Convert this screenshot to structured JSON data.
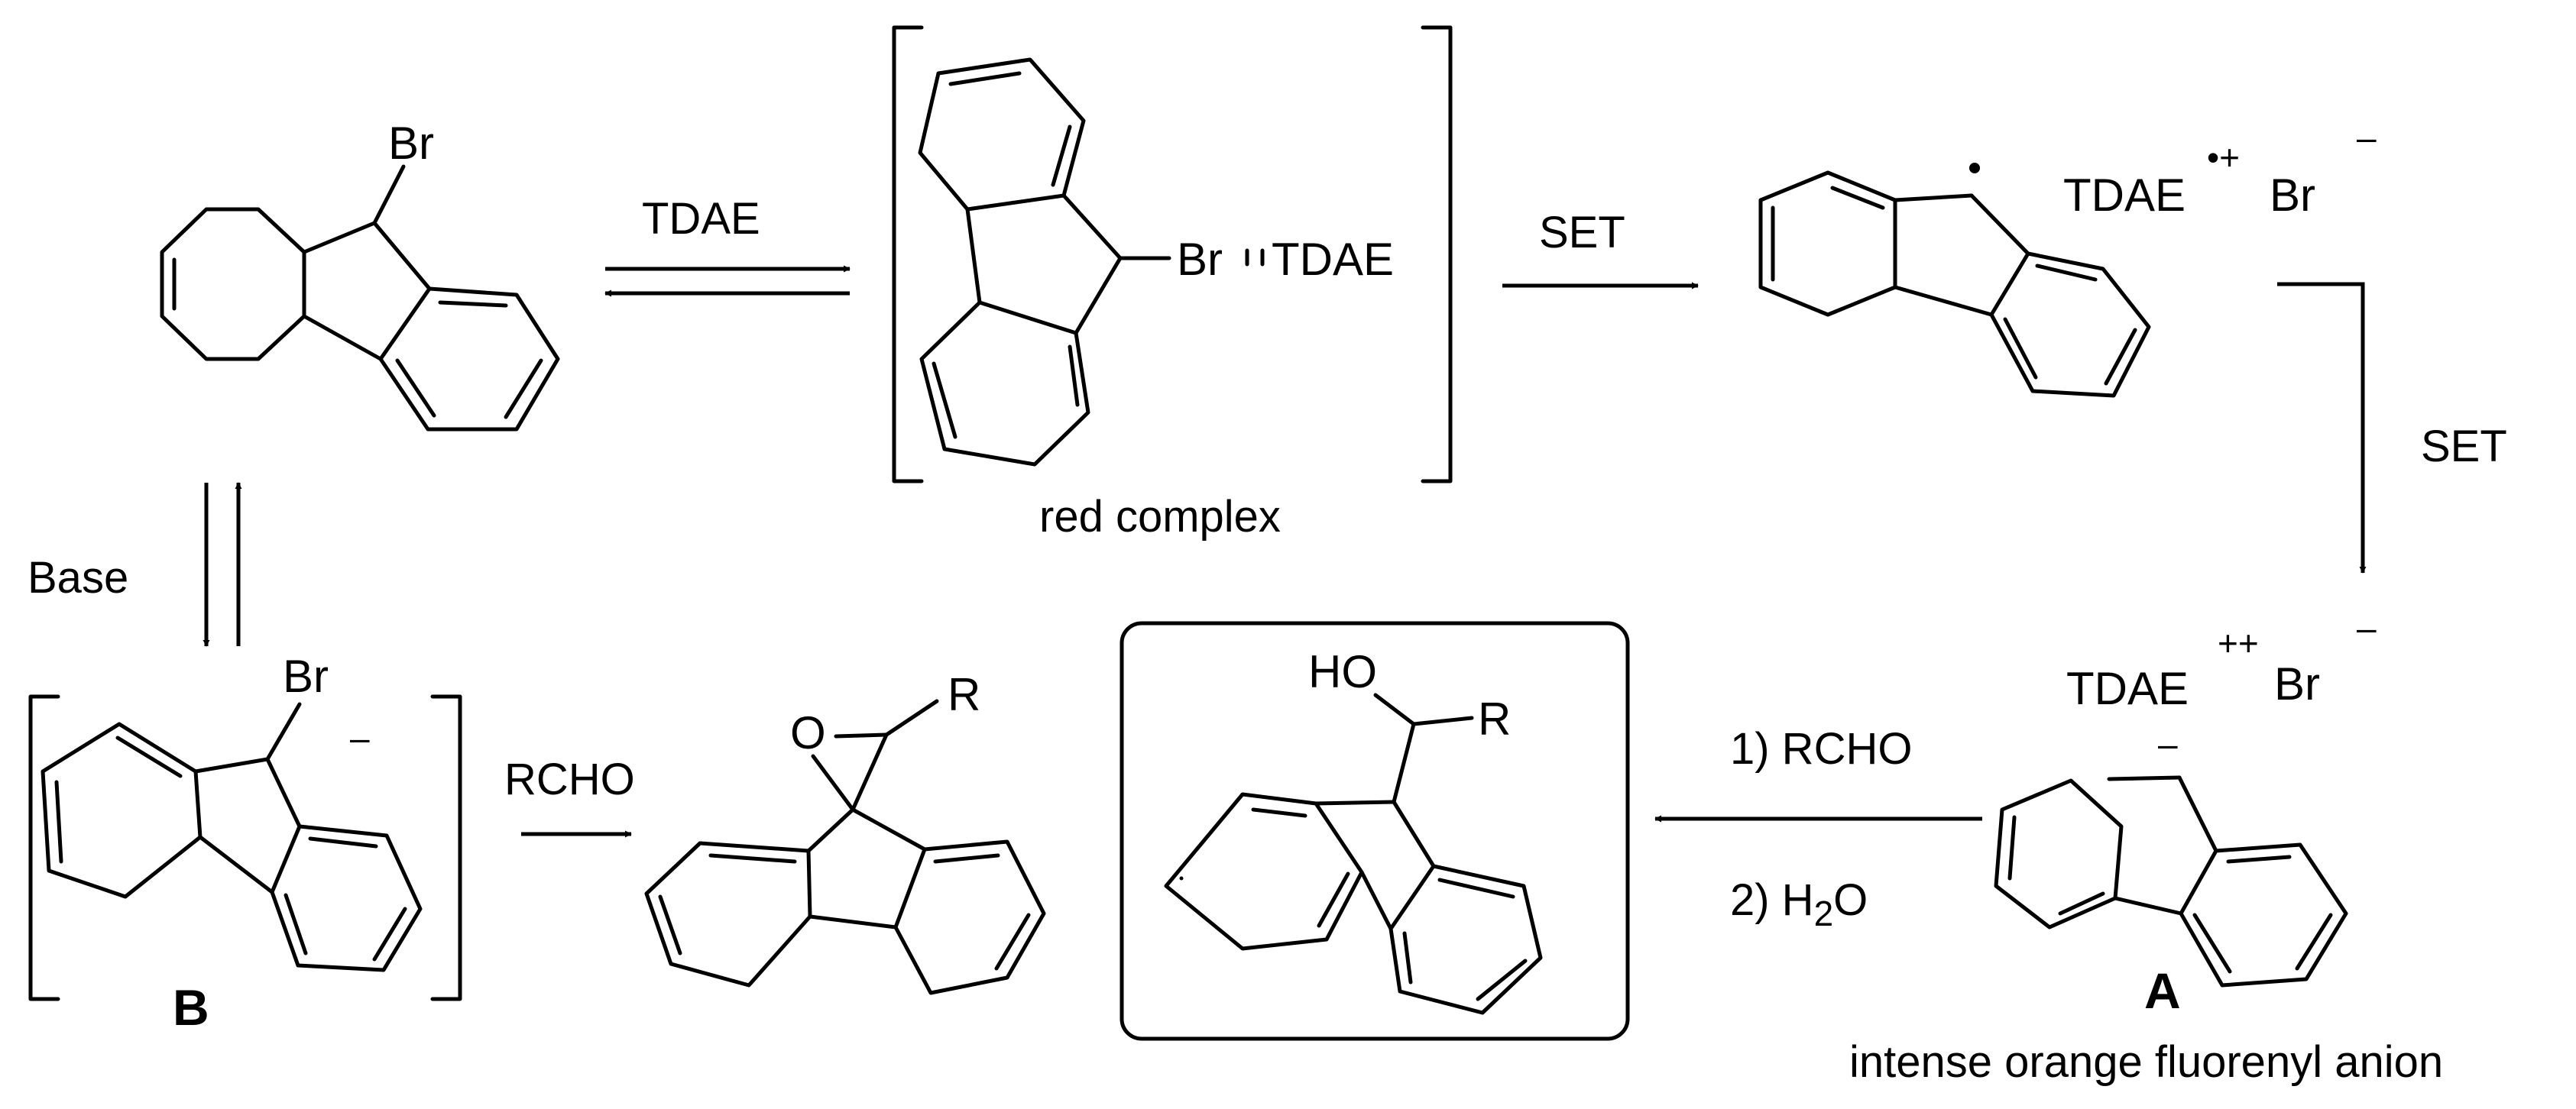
{
  "labels": {
    "tdae": "TDAE",
    "set_1": "SET",
    "set_2": "SET",
    "red_complex": "red complex",
    "base": "Base",
    "rcho": "RCHO",
    "step_1": "1) RCHO",
    "step_2_pre": "2) H",
    "step_2_sub": "2",
    "step_2_post": "O",
    "intense_orange": "intense orange fluorenyl anion",
    "compound_a": "A",
    "compound_b": "B"
  },
  "atoms": {
    "br_top": "Br",
    "br_complex": "Br",
    "tdae_complex": "TDAE",
    "radical_tdae": "TDAE",
    "radical_charge": "•+",
    "radical_br": "Br",
    "radical_br_charge": "–",
    "anion_tdae": "TDAE",
    "anion_tdae_charge": "++",
    "anion_br": "Br",
    "anion_br_charge": "–",
    "anion_charge": "–",
    "b_br": "Br",
    "b_charge": "–",
    "epoxide_o": "O",
    "epoxide_r": "R",
    "product_ho": "HO",
    "product_r": "R"
  }
}
